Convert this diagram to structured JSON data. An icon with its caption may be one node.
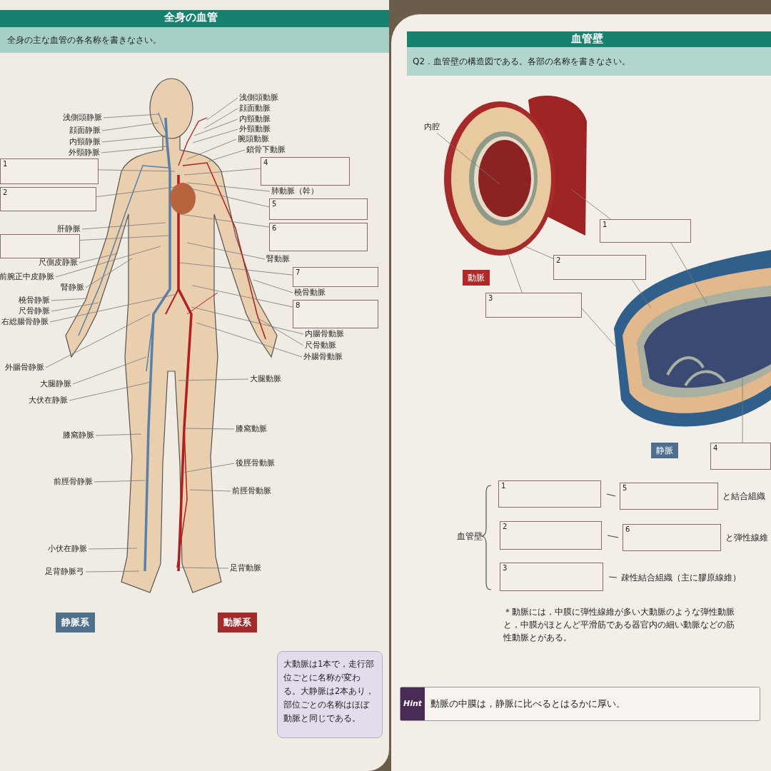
{
  "diagram": {
    "nodes": [
      {
        "text": [
          "浅側頭静脈"
        ]
      },
      {
        "text": [
          "顔面静脈"
        ]
      },
      {
        "text": [
          "内頸静脈"
        ]
      },
      {
        "text": [
          "外頸静脈"
        ]
      },
      {
        "text": [
          "1"
        ]
      },
      {
        "text": [
          "2"
        ]
      },
      {
        "text": [
          "肝静脈"
        ]
      },
      {
        "text": [],
        "shape": "box"
      },
      {
        "text": [
          "尺側皮静脈"
        ]
      },
      {
        "text": [
          "前腕正中皮静脈"
        ]
      },
      {
        "text": [
          "腎静脈"
        ]
      },
      {
        "text": [
          "橈骨静脈"
        ]
      },
      {
        "text": [
          "尺骨静脈"
        ]
      },
      {
        "text": [
          "右総腸骨静脈"
        ]
      },
      {
        "text": [
          "外腸骨静脈"
        ]
      },
      {
        "text": [
          "大腿静脈"
        ]
      },
      {
        "text": [
          "大伏在静脈"
        ]
      },
      {
        "text": [
          "膝窩静脈"
        ]
      },
      {
        "text": [
          "前脛骨静脈"
        ]
      },
      {
        "text": [
          "小伏在静脈"
        ]
      },
      {
        "text": [
          "足背静脈弓"
        ]
      },
      {
        "text": [
          "浅側頭動脈"
        ]
      },
      {
        "text": [
          "顔面動脈"
        ]
      },
      {
        "text": [
          "内頸動脈"
        ]
      },
      {
        "text": [
          "外頸動脈"
        ]
      },
      {
        "text": [
          "腕頭動脈"
        ]
      },
      {
        "text": [
          "鎖骨下動脈"
        ]
      },
      {
        "text": [
          "4"
        ]
      },
      {
        "text": [
          "肺動脈（幹）"
        ]
      },
      {
        "text": [
          "5"
        ]
      },
      {
        "text": [
          "6"
        ]
      },
      {
        "text": [
          "腎動脈"
        ]
      },
      {
        "text": [
          "7"
        ]
      },
      {
        "text": [
          "橈骨動脈"
        ]
      },
      {
        "text": [
          "8"
        ]
      },
      {
        "text": [
          "内腸骨動脈"
        ]
      },
      {
        "text": [
          "尺骨動脈"
        ]
      },
      {
        "text": [
          "外腸骨動脈"
        ]
      },
      {
        "text": [
          "大腿動脈"
        ]
      },
      {
        "text": [
          "膝窩動脈"
        ]
      },
      {
        "text": [
          "後脛骨動脈"
        ]
      },
      {
        "text": [
          "前脛骨動脈"
        ]
      },
      {
        "text": [
          "足背動脈"
        ]
      },
      {
        "text": [
          "内腔"
        ]
      },
      {
        "text": [
          "1"
        ]
      },
      {
        "text": [
          "2"
        ]
      },
      {
        "text": [
          "3"
        ]
      },
      {
        "text": [
          "4"
        ]
      },
      {
        "text": [
          "1"
        ]
      },
      {
        "text": [
          "5"
        ],
        "beside": [
          "と結合組織"
        ]
      },
      {
        "text": [
          "2"
        ]
      },
      {
        "text": [
          "6"
        ],
        "beside": [
          "と弾性線維"
        ]
      },
      {
        "text": [
          "3"
        ]
      },
      {
        "text": [
          "疎性結合組織（主に膠原線維）"
        ]
      },
      {
        "text": [
          "Hint",
          "動脈の中膜は，静脈に比べるとはるかに厚い。"
        ]
      },
      {
        "text": [],
        "shape": "picture"
      },
      {
        "text": [],
        "shape": "picture"
      },
      {
        "text": [],
        "shape": "picture"
      }
    ],
    "edges": [
      {
        "from": 0,
        "to": 55,
        "arrow": "none"
      },
      {
        "from": 1,
        "to": 55,
        "arrow": "none"
      },
      {
        "from": 2,
        "to": 55,
        "arrow": "none"
      },
      {
        "from": 3,
        "to": 55,
        "arrow": "none"
      },
      {
        "from": 4,
        "to": 55,
        "arrow": "none"
      },
      {
        "from": 5,
        "to": 55,
        "arrow": "none"
      },
      {
        "from": 6,
        "to": 55,
        "arrow": "none"
      },
      {
        "from": 7,
        "to": 55,
        "arrow": "none"
      },
      {
        "from": 8,
        "to": 55,
        "arrow": "none"
      },
      {
        "from": 9,
        "to": 55,
        "arrow": "none"
      },
      {
        "from": 10,
        "to": 55,
        "arrow": "none"
      },
      {
        "from": 11,
        "to": 55,
        "arrow": "none"
      },
      {
        "from": 12,
        "to": 55,
        "arrow": "none"
      },
      {
        "from": 13,
        "to": 55,
        "arrow": "none"
      },
      {
        "from": 14,
        "to": 55,
        "arrow": "none"
      },
      {
        "from": 15,
        "to": 55,
        "arrow": "none"
      },
      {
        "from": 16,
        "to": 55,
        "arrow": "none"
      },
      {
        "from": 17,
        "to": 55,
        "arrow": "none"
      },
      {
        "from": 18,
        "to": 55,
        "arrow": "none"
      },
      {
        "from": 19,
        "to": 55,
        "arrow": "none"
      },
      {
        "from": 20,
        "to": 55,
        "arrow": "none"
      },
      {
        "from": 21,
        "to": 55,
        "arrow": "none"
      },
      {
        "from": 22,
        "to": 55,
        "arrow": "none"
      },
      {
        "from": 23,
        "to": 55,
        "arrow": "none"
      },
      {
        "from": 24,
        "to": 55,
        "arrow": "none"
      },
      {
        "from": 25,
        "to": 55,
        "arrow": "none"
      },
      {
        "from": 26,
        "to": 55,
        "arrow": "none"
      },
      {
        "from": 27,
        "to": 55,
        "arrow": "none"
      },
      {
        "from": 28,
        "to": 55,
        "arrow": "none"
      },
      {
        "from": 29,
        "to": 55,
        "arrow": "none"
      },
      {
        "from": 30,
        "to": 55,
        "arrow": "none"
      },
      {
        "from": 31,
        "to": 55,
        "arrow": "none"
      },
      {
        "from": 32,
        "to": 55,
        "arrow": "none"
      },
      {
        "from": 33,
        "to": 55,
        "arrow": "none"
      },
      {
        "from": 34,
        "to": 55,
        "arrow": "none"
      },
      {
        "from": 35,
        "to": 55,
        "arrow": "none"
      },
      {
        "from": 36,
        "to": 55,
        "arrow": "none"
      },
      {
        "from": 37,
        "to": 55,
        "arrow": "none"
      },
      {
        "from": 38,
        "to": 55,
        "arrow": "none"
      },
      {
        "from": 39,
        "to": 55,
        "arrow": "none"
      },
      {
        "from": 40,
        "to": 55,
        "arrow": "none"
      },
      {
        "from": 41,
        "to": 55,
        "arrow": "none"
      },
      {
        "from": 42,
        "to": 55,
        "arrow": "none"
      },
      {
        "from": 43,
        "to": 56,
        "arrow": "none"
      },
      {
        "from": 44,
        "to": 56,
        "arrow": "none"
      },
      {
        "from": 44,
        "to": 57,
        "arrow": "none"
      },
      {
        "from": 45,
        "to": 56,
        "arrow": "none"
      },
      {
        "from": 45,
        "to": 57,
        "arrow": "none"
      },
      {
        "from": 46,
        "to": 56,
        "arrow": "none"
      },
      {
        "from": 46,
        "to": 57,
        "arrow": "none"
      },
      {
        "from": 47,
        "to": 57,
        "arrow": "none"
      },
      {
        "from": 48,
        "to": 49,
        "arrow": "none"
      },
      {
        "from": 50,
        "to": 51,
        "arrow": "none"
      },
      {
        "from": 52,
        "to": 53,
        "arrow": "none"
      }
    ],
    "labels": [
      "全身の血管",
      "全身の主な血管の各名称を書きなさい。",
      "大動脈は1本で，走行部位ごとに名称が変わる。大静脈は2本あり，部位ごとの名称はほぼ動脈と同じである。",
      "血管壁",
      "Q2．血管壁の構造図である。各部の名称を書きなさい。",
      "動脈",
      "静脈",
      "血管壁",
      "＊動脈には，中膜に弾性線維が多い大動脈のような弾性動脈と，中膜がほとんど平滑筋である器官内の細い動脈などの筋性動脈とがある。"
    ],
    "legend": [
      {
        "text": "静脈系",
        "color": "#4f6f8f"
      },
      {
        "text": "動脈系",
        "color": "#a52a2a"
      }
    ]
  }
}
